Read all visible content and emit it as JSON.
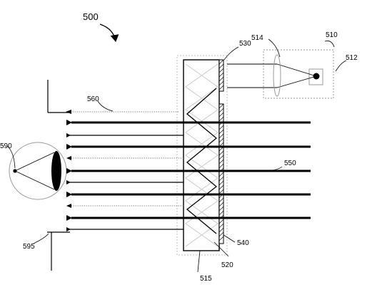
{
  "figure": {
    "labels": {
      "fig_number": "500",
      "source_module": "510",
      "point_source": "512",
      "lens": "514",
      "waveguide": "515",
      "waveguide_end": "520",
      "input_coupler": "530",
      "output_coupler": "540",
      "image_light": "550",
      "ambient_light": "560",
      "eye": "590",
      "eyebox": "595"
    },
    "colors": {
      "line": "#000000",
      "light_gray": "#bdbdbd",
      "ray_heavy": "#000000"
    }
  }
}
